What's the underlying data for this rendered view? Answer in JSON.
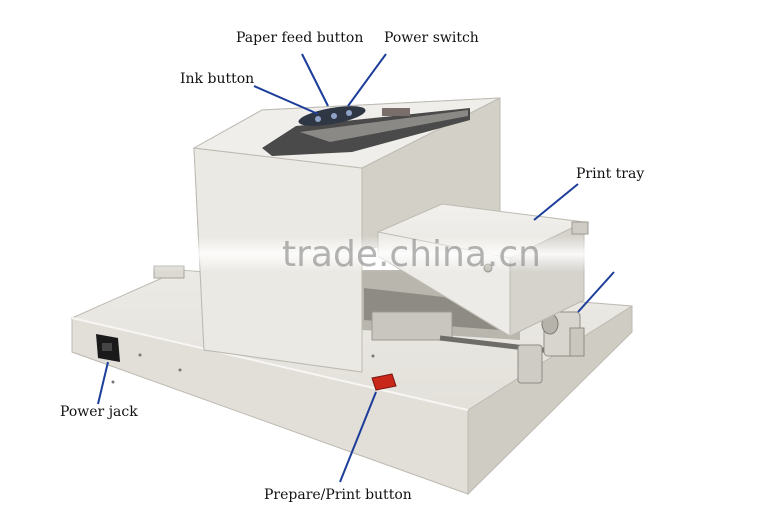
{
  "labels": {
    "paper_feed_button": "Paper feed button",
    "power_switch": "Power switch",
    "ink_button": "Ink button",
    "print_tray": "Print tray",
    "power_jack": "Power jack",
    "prepare_print_button": "Prepare/Print button"
  },
  "watermark": "trade.china.cn",
  "colors": {
    "body": "#e8e6e0",
    "body_shade": "#d9d6cf",
    "body_dark": "#c4c1b9",
    "pointer": "#1c3d9a",
    "button_red": "#c8271a"
  }
}
